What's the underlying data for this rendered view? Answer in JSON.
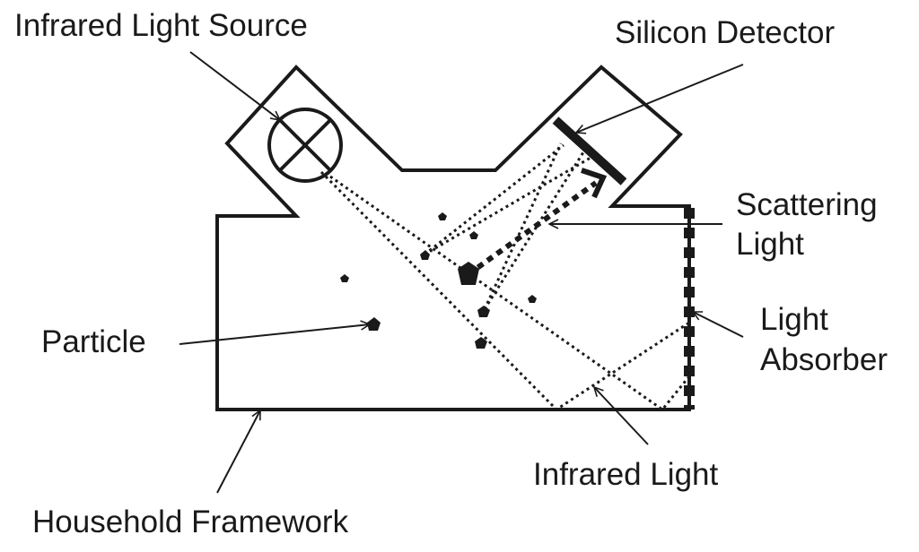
{
  "labels": {
    "infrared_light_source": "Infrared Light Source",
    "silicon_detector": "Silicon Detector",
    "scattering_light_line1": "Scattering",
    "scattering_light_line2": "Light",
    "light_absorber_line1": "Light",
    "light_absorber_line2": "Absorber",
    "particle": "Particle",
    "infrared_light": "Infrared Light",
    "household_framework": "Household Framework"
  },
  "colors": {
    "ink": "#1a1a1a",
    "background": "#ffffff"
  },
  "icons": {
    "light_source": "circle-with-x-icon",
    "leader_arrowhead": "open-arrowhead-icon"
  }
}
